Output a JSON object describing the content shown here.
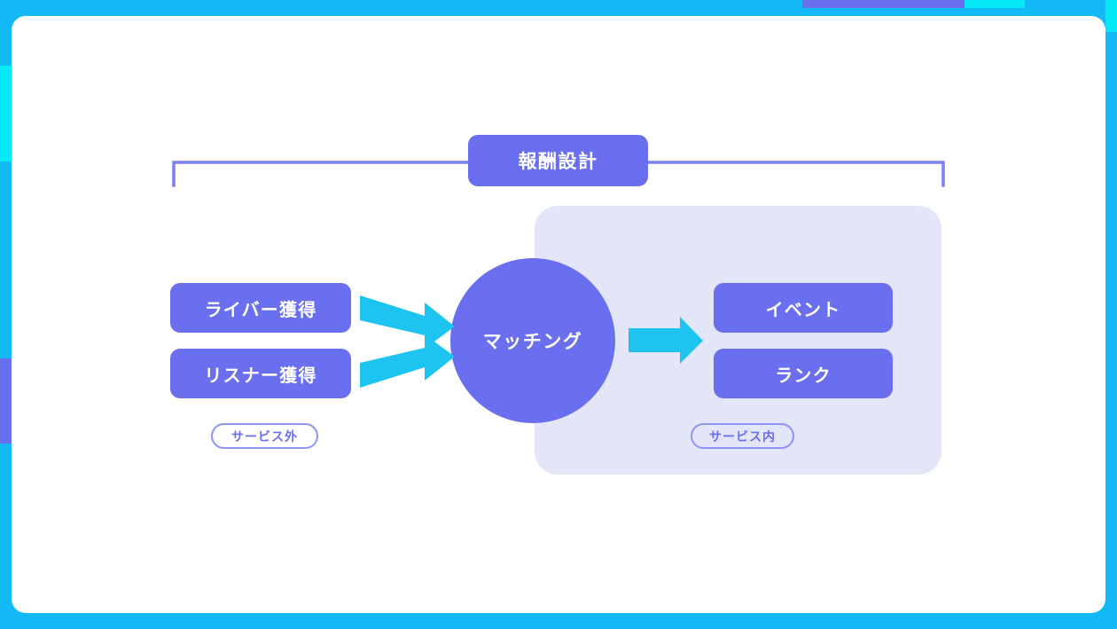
{
  "frame": {
    "accent_cyan": "#12b9f5",
    "accent_bright_cyan": "#06e8f5",
    "accent_purple": "#6a6ff0",
    "canvas_bg": "#ffffff"
  },
  "diagram": {
    "type": "flow-diagram",
    "title": "報酬設計",
    "bracket": {
      "name": "scope-bracket",
      "spans_label": "報酬設計"
    },
    "service_panel": {
      "label": "サービス内",
      "fill": "#e3e5f8"
    },
    "sources": [
      {
        "label": "ライバー獲得"
      },
      {
        "label": "リスナー獲得"
      }
    ],
    "hub": {
      "label": "マッチング",
      "shape": "circle",
      "fill": "#6a6ff0"
    },
    "outcomes": [
      {
        "label": "イベント"
      },
      {
        "label": "ランク"
      }
    ],
    "scope_pills": [
      {
        "label": "サービス外"
      },
      {
        "label": "サービス内"
      }
    ],
    "arrows": [
      {
        "name": "arrow-liver-to-matching",
        "color": "#1ec4f0",
        "direction": "down-right"
      },
      {
        "name": "arrow-listener-to-matching",
        "color": "#1ec4f0",
        "direction": "up-right"
      },
      {
        "name": "arrow-matching-to-outcomes",
        "color": "#1ec4f0",
        "direction": "right"
      }
    ]
  }
}
